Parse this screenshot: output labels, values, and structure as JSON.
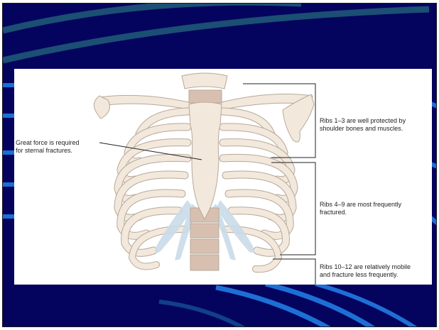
{
  "slide": {
    "colors": {
      "background": "#04045e",
      "accent_arc": "#1d6fd6",
      "teal_arc": "#1b4f74",
      "panel": "#ffffff",
      "bone": "#f3e8dc",
      "bone_outline": "#b7a89a",
      "cartilage": "#c9dbe8",
      "spine": "#d8c0b0"
    }
  },
  "diagram": {
    "label_sternal": "Great force is required\nfor sternal fractures.",
    "label_ribs_1_3": "Ribs 1–3 are well protected by\nshoulder bones and muscles.",
    "label_ribs_4_9": "Ribs 4–9 are most frequently\nfractured.",
    "label_ribs_10_12": "Ribs 10–12 are relatively mobile\nand fracture less frequently."
  }
}
